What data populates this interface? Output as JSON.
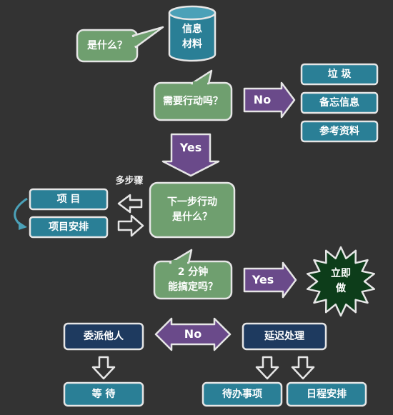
{
  "nodes": {
    "info_material": [
      "信息",
      "材料"
    ],
    "what_is_it": "是什么？",
    "need_action": "需要行动吗？",
    "no_top": "No",
    "trash": "垃 圾",
    "memo": "备忘信息",
    "reference": "参考资料",
    "yes_top": "Yes",
    "multi_step": "多步骤",
    "project": "项 目",
    "project_schedule": "项目安排",
    "next_action": [
      "下一步行动",
      "是什么？"
    ],
    "two_minutes": [
      "2 分钟",
      "能搞定吗？"
    ],
    "yes_mid": "Yes",
    "do_now": [
      "立即",
      "做"
    ],
    "no_bottom": "No",
    "delegate": "委派他人",
    "defer": "延迟处理",
    "wait": "等 待",
    "todo": "待办事项",
    "calendar": "日程安排"
  },
  "colors": {
    "background": "#333333",
    "teal_box": "#2a7f96",
    "navy_box": "#1e3a5f",
    "green_bubble": "#6f9f6f",
    "purple_arrow": "#6a4a8a",
    "starburst": "#0d3d1a",
    "outline": "#e6e6e6"
  }
}
